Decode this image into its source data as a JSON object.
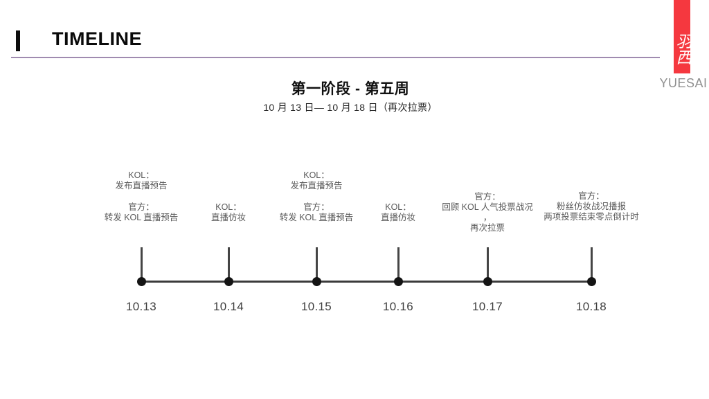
{
  "header": {
    "title": "TIMELINE"
  },
  "logo": {
    "vertical_text": "羽西",
    "brand": "YUESAI"
  },
  "stage": {
    "title": "第一阶段 - 第五周",
    "subtitle": "10 月 13 日— 10 月 18 日（再次拉票）"
  },
  "colors": {
    "accent_red": "#f5383f",
    "underline_purple": "#a08bb0",
    "label_gray": "#595959",
    "timeline_dark": "#3b3b3b",
    "brand_gray": "#8f8f8f"
  },
  "timeline": {
    "events": [
      {
        "date": "10.13",
        "blocks": [
          {
            "lines": [
              "KOL：",
              "发布直播预告"
            ]
          },
          {
            "lines": [
              "官方：",
              "转发 KOL 直播预告"
            ]
          }
        ]
      },
      {
        "date": "10.14",
        "blocks": [
          {
            "lines": [
              "KOL：",
              "直播仿妆"
            ]
          }
        ]
      },
      {
        "date": "10.15",
        "blocks": [
          {
            "lines": [
              "KOL：",
              "发布直播预告"
            ]
          },
          {
            "lines": [
              "官方：",
              "转发 KOL 直播预告"
            ]
          }
        ]
      },
      {
        "date": "10.16",
        "blocks": [
          {
            "lines": [
              "KOL：",
              "直播仿妆"
            ]
          }
        ]
      },
      {
        "date": "10.17",
        "blocks": [
          {
            "lines": [
              "官方：",
              "回顾 KOL 人气投票战况",
              "，",
              "再次拉票"
            ]
          }
        ]
      },
      {
        "date": "10.18",
        "blocks": [
          {
            "lines": [
              "官方：",
              "粉丝仿妆战况播报",
              "两项投票结束零点倒计时"
            ]
          }
        ]
      }
    ]
  }
}
